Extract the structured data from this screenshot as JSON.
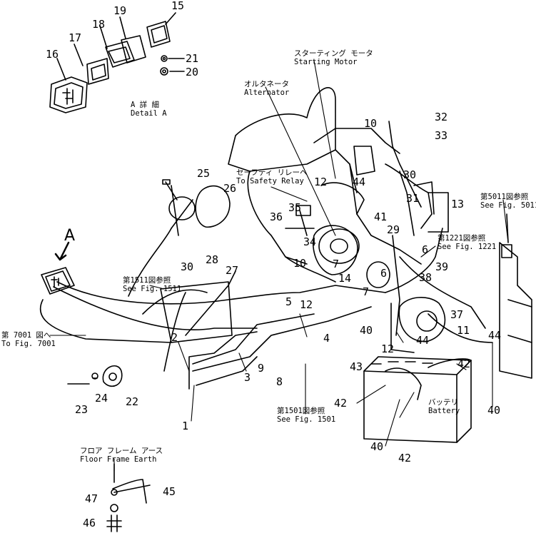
{
  "callouts": [
    "1",
    "2",
    "3",
    "4",
    "5",
    "6",
    "7",
    "8",
    "9",
    "10",
    "11",
    "12",
    "13",
    "14",
    "15",
    "16",
    "17",
    "18",
    "19",
    "20",
    "21",
    "22",
    "23",
    "24",
    "25",
    "26",
    "27",
    "28",
    "29",
    "30",
    "31",
    "32",
    "33",
    "34",
    "35",
    "36",
    "37",
    "38",
    "39",
    "40",
    "41",
    "42",
    "43",
    "44",
    "45",
    "46",
    "47"
  ],
  "detail_marker": "A",
  "captions": {
    "detail_a": {
      "jp": "A 詳 細",
      "en": "Detail A"
    },
    "starting_motor": {
      "jp": "スターティング モータ",
      "en": "Starting Motor"
    },
    "alternator": {
      "jp": "オルタネータ",
      "en": "Alternator"
    },
    "safety_relay": {
      "jp": "セーフティ リレーへ",
      "en": "To Safety Relay"
    },
    "fig_5011": {
      "jp": "第5011図参照",
      "en": "See Fig. 5011"
    },
    "fig_1221": {
      "jp": "第1221図参照",
      "en": "See Fig. 1221"
    },
    "fig_1511": {
      "jp": "第1511図参照",
      "en": "See Fig. 1511"
    },
    "fig_7001": {
      "jp": "第 7001 図へ",
      "en": "To Fig. 7001"
    },
    "fig_1501": {
      "jp": "第1501図参照",
      "en": "See Fig. 1501"
    },
    "battery": {
      "jp": "バッテリ",
      "en": "Battery"
    },
    "floor_earth": {
      "jp": "フロア フレーム アース",
      "en": "Floor Frame Earth"
    }
  },
  "colors": {
    "ink": "#000000",
    "paper": "#ffffff"
  }
}
